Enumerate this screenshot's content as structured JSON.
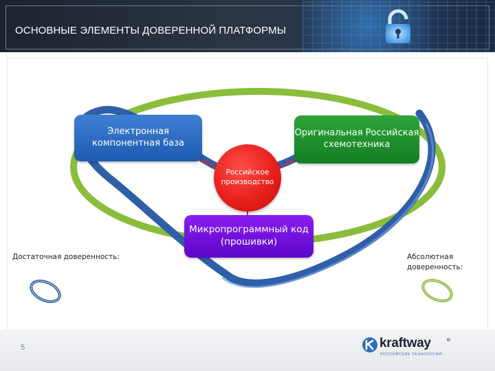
{
  "header": {
    "title": "ОСНОВНЫЕ ЭЛЕМЕНТЫ ДОВЕРЕННОЙ ПЛАТФОРМЫ",
    "icon": "lock-icon"
  },
  "diagram": {
    "nodes": {
      "blue": "Электронная компонентная база",
      "green": "Оригинальная Российская схемотехника",
      "red": "Российское производство",
      "purple": "Микропрограммный код (прошивки)"
    },
    "left_label": "Достаточная доверенность:",
    "right_label": "Абсолютная доверенность:",
    "colors": {
      "blue": "#2a67c2",
      "green": "#1e9a2d",
      "red": "#e8201c",
      "purple": "#7112e0",
      "blue_ring": "#2f5fa8",
      "green_ring": "#8bbd3c"
    }
  },
  "footer": {
    "page_number": "5",
    "logo": {
      "name": "kraftway",
      "reg": "®",
      "subtitle": "РОССИЙСКИЕ ТЕХНОЛОГИИ",
      "icon": "kraftway-logo-icon"
    }
  }
}
